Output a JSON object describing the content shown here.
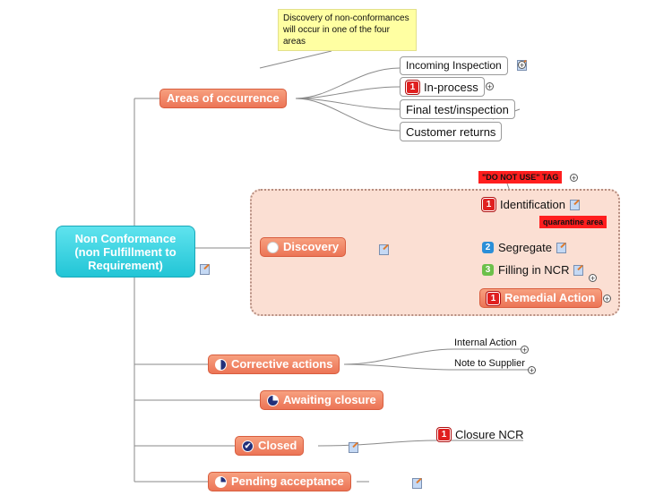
{
  "central": {
    "line1": "Non Conformance",
    "line2": "(non Fulfillment to",
    "line3": "Requirement)"
  },
  "callout": {
    "line1": "Discovery of non-conformances",
    "line2": "will occur in one of the four",
    "line3": "areas"
  },
  "areas": {
    "label": "Areas of occurrence",
    "items": [
      {
        "label": "Incoming Inspection"
      },
      {
        "label": "In-process",
        "priority": "1"
      },
      {
        "label": "Final test/inspection"
      },
      {
        "label": "Customer returns"
      }
    ]
  },
  "discovery": {
    "label": "Discovery",
    "tag": "\"DO NOT USE\" TAG",
    "quarantine": "quarantine area",
    "items": [
      {
        "label": "Identification",
        "priority": "1"
      },
      {
        "label": "Segregate",
        "priority": "2"
      },
      {
        "label": "Filling in NCR",
        "priority": "3"
      }
    ],
    "remedial": {
      "label": "Remedial Action",
      "priority": "1"
    }
  },
  "corrective": {
    "label": "Corrective actions",
    "items": [
      {
        "label": "Internal Action"
      },
      {
        "label": "Note to Supplier"
      }
    ]
  },
  "awaiting": {
    "label": "Awaiting closure"
  },
  "closed": {
    "label": "Closed",
    "child": {
      "label": "Closure NCR",
      "priority": "1"
    }
  },
  "pending": {
    "label": "Pending acceptance"
  },
  "colors": {
    "central": "#22c5d6",
    "topic": "#ec7456",
    "boundary": "#fbdfd3",
    "tag": "#ff1e1e",
    "callout": "#ffffa2"
  },
  "icons": {
    "note": "note-icon",
    "expand": "plus-icon",
    "progress": "progress-pie-icon"
  }
}
